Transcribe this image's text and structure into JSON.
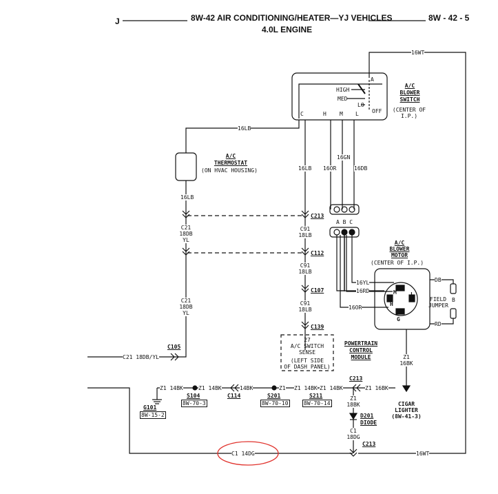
{
  "header": {
    "left": "J",
    "title": "8W-42 AIR CONDITIONING/HEATER—YJ VEHICLES",
    "subtitle": "4.0L ENGINE",
    "page": "8W - 42 - 5"
  },
  "blower_switch": {
    "title_1": "A/C",
    "title_2": "BLOWER",
    "title_3": "SWITCH",
    "location_1": "(CENTER OF",
    "location_2": "I.P.)",
    "pos_high": "HIGH",
    "pos_med": "MED",
    "pos_lo": "LO",
    "pos_off": "OFF",
    "pin_a": "A",
    "pin_c": "C",
    "pin_h": "H",
    "pin_m": "M",
    "pin_l": "L"
  },
  "thermostat": {
    "title_1": "A/C",
    "title_2": "THERMOSTAT",
    "location": "(ON HVAC HOUSING)"
  },
  "blower_motor": {
    "title_1": "A/C",
    "title_2": "BLOWER",
    "title_3": "MOTOR",
    "location": "(CENTER OF I.P.)",
    "pin_m": "M",
    "pin_l": "L",
    "pin_h": "H",
    "pin_g": "G",
    "field_jumper_1": "FIELD",
    "field_jumper_2": "JUMPER",
    "jumper_b": "B"
  },
  "wires": {
    "w_16wt_top": "16WT",
    "w_16lb_top": "16LB",
    "w_16lb_left": "16LB",
    "w_16lb_mid": "16LB",
    "w_16or": "16OR",
    "w_16gn": "16GN",
    "w_16db": "16DB",
    "w_16yl": "16YL",
    "w_16rd": "16RD",
    "w_16or_b": "16OR",
    "w_db": "DB",
    "w_rd": "RD",
    "z1_16bk_1": "Z1",
    "z1_16bk_2": "16BK",
    "c21_a1": "C21",
    "c21_a2": "18DB",
    "c21_a3": "YL",
    "c21_b1": "C21",
    "c21_b2": "18DB",
    "c21_b3": "YL",
    "c91_a1": "C91",
    "c91_a2": "18LB",
    "c91_b1": "C91",
    "c91_b2": "18LB",
    "c91_c1": "C91",
    "c91_c2": "18LB",
    "c21_bottom": "C21 18DB/YL",
    "z1_a": "Z1 14BK",
    "z1_b": "Z1 14BK",
    "z1_c": "14BK",
    "z1_c2": "Z1",
    "z1_d": "Z1 14BK",
    "z1_e": "Z1 14BK",
    "z1_f": "Z1 16BK",
    "z1_18bk_1": "Z1",
    "z1_18bk_2": "18BK",
    "c1_18dg_1": "C1",
    "c1_18dg_2": "18DG",
    "c1_14dg": "C1 14DG",
    "w_16wt_bottom": "16WT"
  },
  "connectors": {
    "c213_a": "C213",
    "c112": "C112",
    "c107": "C107",
    "c139": "C139",
    "c105": "C105",
    "c114": "C114",
    "c213_b": "C213",
    "c213_c": "C213",
    "pins_abc": "A B C"
  },
  "splices": {
    "s104": "S104",
    "s104_ref": "8W-70-3",
    "s201": "S201",
    "s201_ref": "8W-70-10",
    "s211": "S211",
    "s211_ref": "8W-70-14",
    "g101": "G101",
    "g101_ref": "8W-15-2"
  },
  "pcm": {
    "pin": "27",
    "sense_1": "A/C SWITCH",
    "sense_2": "SENSE",
    "loc_1": "(LEFT SIDE",
    "loc_2": "OF DASH PANEL)",
    "title_1": "POWERTRAIN",
    "title_2": "CONTROL",
    "title_3": "MODULE"
  },
  "cigar_lighter": {
    "title_1": "CIGAR",
    "title_2": "LIGHTER",
    "ref": "(8W-41-3)"
  },
  "diode": {
    "title_1": "D201",
    "title_2": "DIODE"
  },
  "colors": {
    "ink": "#111111",
    "annotation": "#e0302a"
  }
}
